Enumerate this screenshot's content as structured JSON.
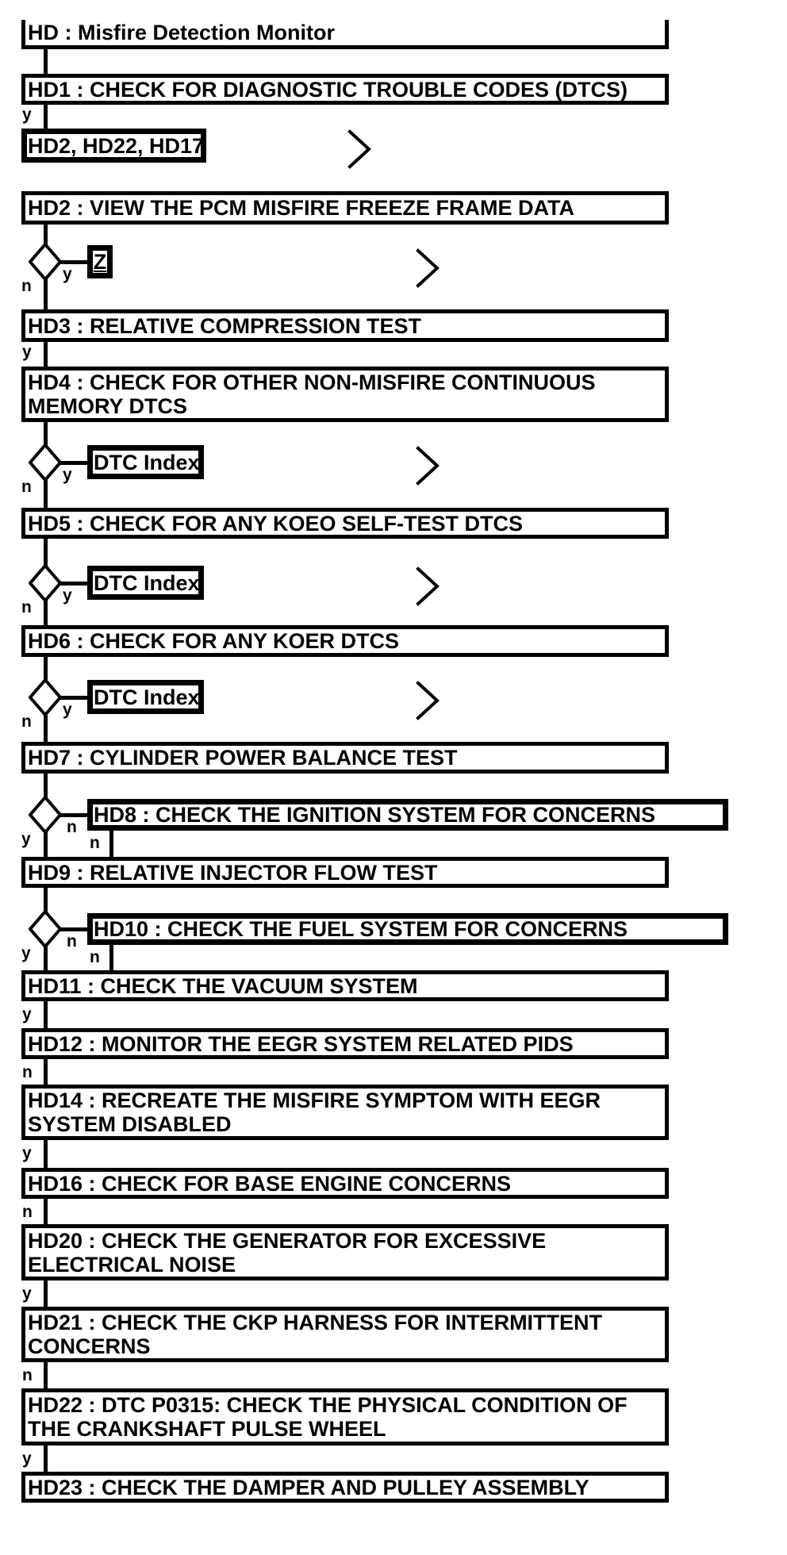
{
  "page": {
    "background": "#ffffff",
    "ink": "#000000"
  },
  "flowchart": {
    "title": "HD : Misfire Detection Monitor",
    "branch_labels": {
      "yes": "y",
      "no": "n"
    },
    "icons": {
      "continue_chevron": "chevron-right"
    },
    "steps": {
      "hd1": "HD1 : CHECK FOR DIAGNOSTIC TROUBLE CODES (DTCS)",
      "hd2_link": "HD2, HD22, HD17",
      "hd2": "HD2 : VIEW THE PCM MISFIRE FREEZE FRAME DATA",
      "z_link": "Z",
      "hd3": "HD3 : RELATIVE COMPRESSION TEST",
      "hd4_line1": "HD4 : CHECK FOR OTHER NON-MISFIRE CONTINUOUS",
      "hd4_line2": "MEMORY DTCS",
      "dtc_index": "DTC Index",
      "hd5": "HD5 : CHECK FOR ANY KOEO SELF-TEST DTCS",
      "hd6": "HD6 : CHECK FOR ANY KOER DTCS",
      "hd7": "HD7 : CYLINDER POWER BALANCE TEST",
      "hd8": "HD8 : CHECK THE IGNITION SYSTEM FOR CONCERNS",
      "hd9": "HD9 : RELATIVE INJECTOR FLOW TEST",
      "hd10": "HD10 : CHECK THE FUEL SYSTEM FOR CONCERNS",
      "hd11": "HD11 : CHECK THE VACUUM SYSTEM",
      "hd12": "HD12 : MONITOR THE EEGR SYSTEM RELATED PIDS",
      "hd14_line1": "HD14 : RECREATE THE MISFIRE SYMPTOM WITH EEGR",
      "hd14_line2": "SYSTEM DISABLED",
      "hd16": "HD16 : CHECK FOR BASE ENGINE CONCERNS",
      "hd20_line1": "HD20 : CHECK THE GENERATOR FOR EXCESSIVE",
      "hd20_line2": "ELECTRICAL NOISE",
      "hd21_line1": "HD21 : CHECK THE CKP HARNESS FOR INTERMITTENT",
      "hd21_line2": "CONCERNS",
      "hd22_line1": "HD22 : DTC P0315: CHECK THE PHYSICAL CONDITION OF",
      "hd22_line2": "THE CRANKSHAFT PULSE WHEEL",
      "hd23": "HD23 : CHECK THE DAMPER AND PULLEY ASSEMBLY"
    }
  }
}
